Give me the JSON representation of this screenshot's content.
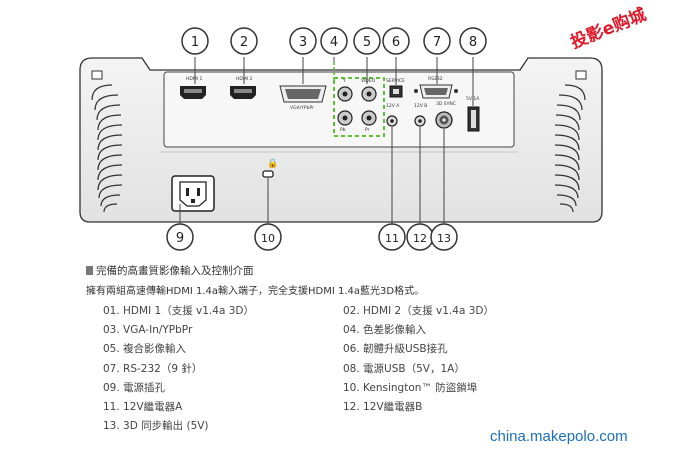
{
  "watermark": "投影e购城",
  "section_title": "完備的高畫質影像輸入及控制介面",
  "section_subtitle": "擁有兩組高速傳輸HDMI 1.4a輸入端子，完全支援HDMI 1.4a藍光3D格式。",
  "port_labels": {
    "hdmi1": "HDMI 1",
    "hdmi2": "HDMI 2",
    "vga": "VGA/YPbPr",
    "video": "VIDEO",
    "service": "SERVICE",
    "rs232": "RS232",
    "power_usb": "5V 1A",
    "pb": "Pb",
    "pr": "Pr",
    "y": "Y",
    "trig1": "12V A",
    "trig2": "12V B",
    "sync": "3D SYNC"
  },
  "callouts": [
    "1",
    "2",
    "3",
    "4",
    "5",
    "6",
    "7",
    "8",
    "9",
    "10",
    "11",
    "12",
    "13"
  ],
  "specs": [
    "01. HDMI 1（支援 v1.4a 3D）",
    "02. HDMI 2（支援 v1.4a 3D）",
    "03. VGA-In/YPbPr",
    "04. 色差影像輸入",
    "05. 複合影像輸入",
    "06. 韌體升級USB接孔",
    "07. RS-232（9 針）",
    "08. 電源USB（5V，1A）",
    "09. 電源插孔",
    "10. Kensington™ 防盜鎖埠",
    "11. 12V繼電器A",
    "12. 12V繼電器B",
    "13. 3D 同步輸出 (5V)"
  ],
  "footer_credit": "china.makepolo.com",
  "colors": {
    "accent_green": "#5bc236",
    "watermark_red": "#e0192a",
    "credit_blue": "#1a6fb8"
  }
}
